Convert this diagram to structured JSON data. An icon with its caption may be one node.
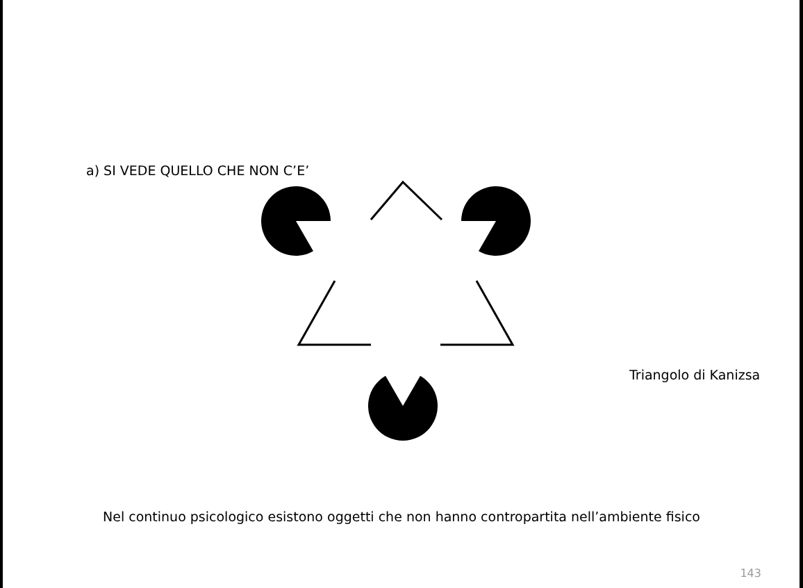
{
  "diagram": {
    "title": "a) SI VEDE QUELLO CHE NON C’E’",
    "labels": [
      "Triangolo di Kanizsa",
      "Nel continuo psicologico esistono oggetti che non hanno contropartita nell’ambiente fisico",
      "143"
    ]
  }
}
